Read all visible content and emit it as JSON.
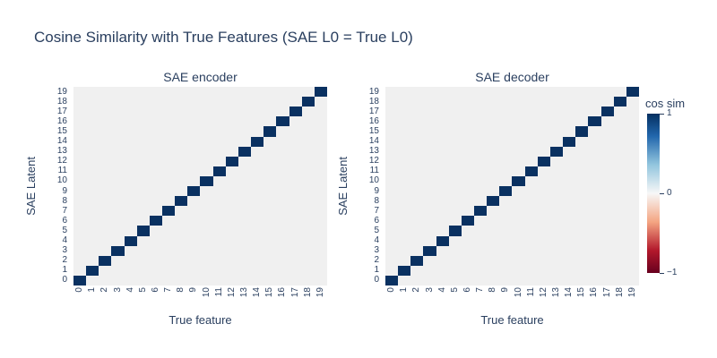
{
  "title": "Cosine Similarity with True Features (SAE L0 = True L0)",
  "chart_data": {
    "type": "heatmap",
    "n": 20,
    "subplots": [
      {
        "title": "SAE encoder",
        "matrix": "20x20 identity: diagonal cells = 1, off-diagonal cells = 0"
      },
      {
        "title": "SAE decoder",
        "matrix": "20x20 identity: diagonal cells = 1, off-diagonal cells = 0"
      }
    ],
    "xlabel": "True feature",
    "ylabel": "SAE Latent",
    "x_ticks": [
      "0",
      "1",
      "2",
      "3",
      "4",
      "5",
      "6",
      "7",
      "8",
      "9",
      "10",
      "11",
      "12",
      "13",
      "14",
      "15",
      "16",
      "17",
      "18",
      "19"
    ],
    "y_ticks": [
      "0",
      "1",
      "2",
      "3",
      "4",
      "5",
      "6",
      "7",
      "8",
      "9",
      "10",
      "11",
      "12",
      "13",
      "14",
      "15",
      "16",
      "17",
      "18",
      "19"
    ],
    "diagonal_value": 1,
    "off_diagonal_value": 0,
    "colorscale": "RdBu: -1 dark red, 0 white, 1 dark blue",
    "colorbar": {
      "title": "cos sim",
      "ticks": [
        "1",
        "0",
        "−1"
      ],
      "range": [
        -1,
        1
      ],
      "gradient_stops": [
        {
          "color": "#053061",
          "pos": 0
        },
        {
          "color": "#2166ac",
          "pos": 14
        },
        {
          "color": "#92c5de",
          "pos": 32
        },
        {
          "color": "#f7f7f7",
          "pos": 50
        },
        {
          "color": "#f4a582",
          "pos": 68
        },
        {
          "color": "#b2182b",
          "pos": 86
        },
        {
          "color": "#67001f",
          "pos": 100
        }
      ]
    },
    "colors": {
      "diagonal": "#0a3161",
      "plot_bg": "#f0f0f0",
      "font": "#2a3f5f"
    }
  }
}
